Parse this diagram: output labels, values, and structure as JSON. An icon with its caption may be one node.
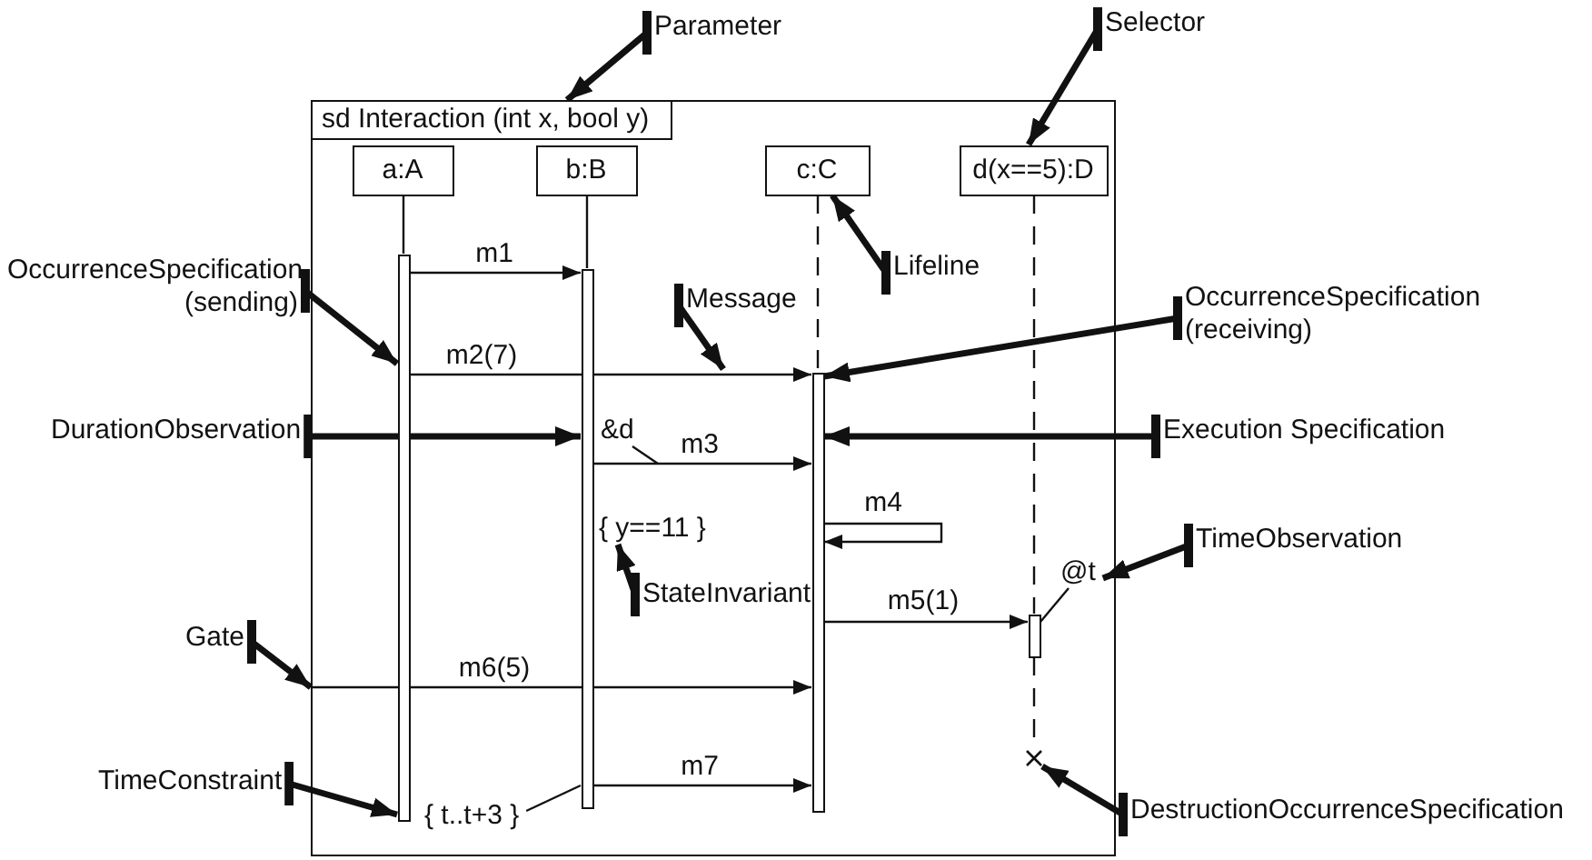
{
  "diagram": {
    "nodes": [
      {
        "text": [
          "sd Interaction (int x, bool y)"
        ]
      },
      {
        "text": [
          "a:A"
        ],
        "in": 0
      },
      {
        "text": [
          "b:B"
        ],
        "in": 0
      },
      {
        "text": [
          "c:C"
        ],
        "in": 0
      },
      {
        "text": [
          "d(x==5):D"
        ],
        "in": 0
      },
      {
        "text": [],
        "shape": "bar",
        "in": 0
      },
      {
        "text": [],
        "shape": "bar",
        "in": 0
      },
      {
        "text": [],
        "shape": "bar",
        "in": 0
      },
      {
        "text": [],
        "shape": "bar",
        "in": 0
      },
      {
        "text": [
          "&d"
        ],
        "in": 0
      },
      {
        "text": [
          "{ y==11 }"
        ],
        "in": 0
      },
      {
        "text": [
          "@t"
        ],
        "in": 0
      },
      {
        "text": [
          "{ t..t+3 }"
        ],
        "in": 0
      },
      {
        "text": [
          "Parameter"
        ]
      },
      {
        "text": [
          "Selector"
        ]
      },
      {
        "text": [
          "Lifeline"
        ],
        "in": 0
      },
      {
        "text": [
          "OccurrenceSpecification (sending)"
        ]
      },
      {
        "text": [
          "Message"
        ],
        "in": 0
      },
      {
        "text": [
          "OccurrenceSpecification (receiving)"
        ]
      },
      {
        "text": [
          "DurationObservation"
        ]
      },
      {
        "text": [
          "Execution Specification"
        ]
      },
      {
        "text": [
          "StateInvariant"
        ],
        "in": 0
      },
      {
        "text": [
          "TimeObservation"
        ]
      },
      {
        "text": [
          "Gate"
        ]
      },
      {
        "text": [
          "TimeConstraint"
        ]
      },
      {
        "text": [
          "DestructionOccurrenceSpecification"
        ]
      },
      {
        "text": [],
        "shape": "cross",
        "in": 0
      }
    ],
    "edges": [
      {
        "from": 5,
        "to": 6,
        "arrow": "to",
        "label": "m1"
      },
      {
        "from": 5,
        "to": 7,
        "arrow": "to",
        "label": "m2(7)"
      },
      {
        "from": 6,
        "to": 7,
        "arrow": "to",
        "label": "m3"
      },
      {
        "from": 7,
        "to": 7,
        "arrow": "to",
        "label": "m4"
      },
      {
        "from": 7,
        "to": 8,
        "arrow": "to",
        "label": "m5(1)"
      },
      {
        "from": 0,
        "to": 7,
        "arrow": "to",
        "label": "m6(5)"
      },
      {
        "from": 6,
        "to": 7,
        "arrow": "to",
        "label": "m7"
      },
      {
        "from": 1,
        "to": 5,
        "arrow": "none"
      },
      {
        "from": 2,
        "to": 6,
        "arrow": "none"
      },
      {
        "from": 3,
        "to": 7,
        "arrow": "none",
        "style": "dashed"
      },
      {
        "from": 4,
        "to": 8,
        "arrow": "none",
        "style": "dashed"
      },
      {
        "from": 8,
        "to": 26,
        "arrow": "none",
        "style": "dashed"
      },
      {
        "from": 9,
        "to": null,
        "arrow": "none"
      },
      {
        "from": 11,
        "to": 8,
        "arrow": "none"
      },
      {
        "from": 12,
        "to": 6,
        "arrow": "none"
      },
      {
        "from": 13,
        "to": 0,
        "arrow": "to",
        "style": "thick"
      },
      {
        "from": 14,
        "to": 4,
        "arrow": "to",
        "style": "thick"
      },
      {
        "from": 15,
        "to": 3,
        "arrow": "to",
        "style": "thick"
      },
      {
        "from": 16,
        "to": 5,
        "arrow": "to",
        "style": "thick"
      },
      {
        "from": 17,
        "to": null,
        "arrow": "to",
        "style": "thick"
      },
      {
        "from": 18,
        "to": 7,
        "arrow": "to",
        "style": "thick"
      },
      {
        "from": 19,
        "to": 6,
        "arrow": "to",
        "style": "thick"
      },
      {
        "from": 20,
        "to": 7,
        "arrow": "to",
        "style": "thick"
      },
      {
        "from": 21,
        "to": 10,
        "arrow": "to",
        "style": "thick"
      },
      {
        "from": 22,
        "to": 11,
        "arrow": "to",
        "style": "thick"
      },
      {
        "from": 23,
        "to": 0,
        "arrow": "to",
        "style": "thick"
      },
      {
        "from": 24,
        "to": 5,
        "arrow": "to",
        "style": "thick"
      },
      {
        "from": 25,
        "to": 26,
        "arrow": "to",
        "style": "thick"
      }
    ]
  }
}
